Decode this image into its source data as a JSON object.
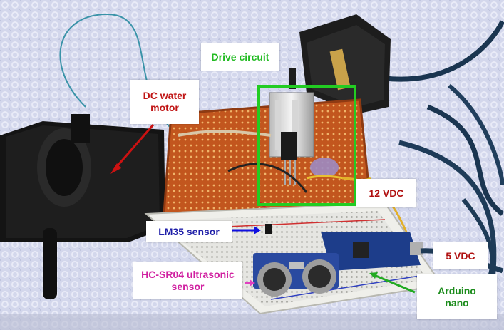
{
  "labels": {
    "drive_circuit": "Drive circuit",
    "dc_water_motor": "DC water\nmotor",
    "vdc_12": "12 VDC",
    "lm35_sensor": "LM35 sensor",
    "vdc_5": "5 VDC",
    "hc_sr04": "HC-SR04 ultrasonic\nsensor",
    "arduino_nano": "Arduino\nnano"
  },
  "colors": {
    "drive_circuit_text": "#22bb22",
    "drive_circuit_box": "#22cc22",
    "dc_water_motor_text": "#c01515",
    "vdc_12_text": "#b01010",
    "lm35_text": "#1f1fa8",
    "lm35_arrow": "#1010e0",
    "vdc_5_text": "#b01010",
    "hc_sr04_text": "#d020a0",
    "hc_sr04_arrow": "#e040c0",
    "arduino_text": "#1c8c1c",
    "arduino_arrow": "#22aa22",
    "motor_arrow": "#cc1111"
  }
}
